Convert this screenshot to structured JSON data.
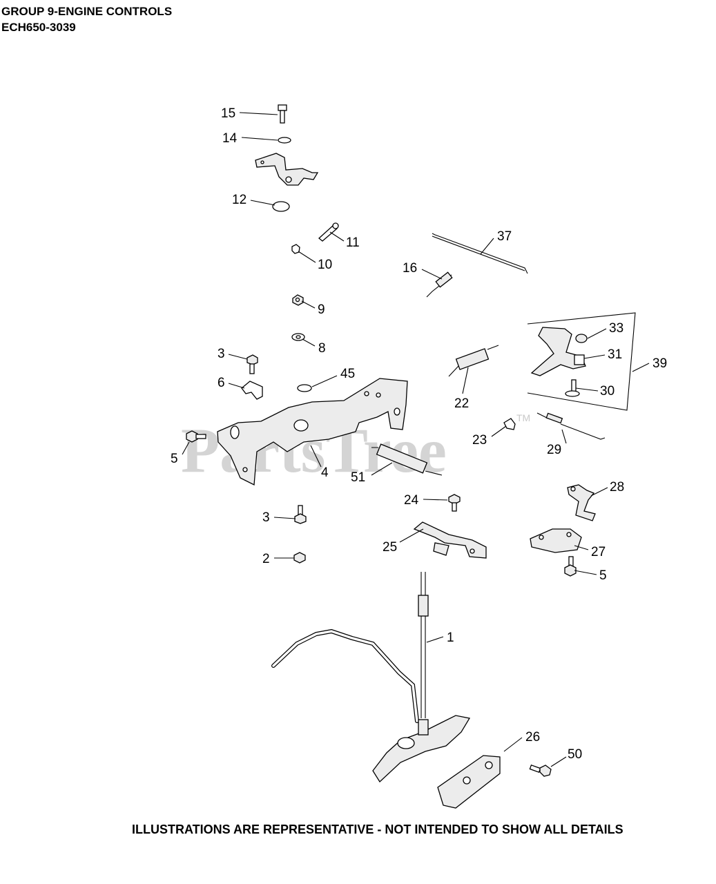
{
  "header": {
    "group_title": "GROUP 9-ENGINE CONTROLS",
    "model_code": "ECH650-3039"
  },
  "footer": {
    "disclaimer": "ILLUSTRATIONS ARE REPRESENTATIVE - NOT INTENDED TO SHOW ALL DETAILS"
  },
  "watermark": {
    "text": "PartsTree",
    "trademark": "TM"
  },
  "callouts": [
    "15",
    "14",
    "12",
    "11",
    "10",
    "37",
    "16",
    "9",
    "8",
    "3",
    "45",
    "6",
    "33",
    "31",
    "39",
    "30",
    "22",
    "5",
    "4",
    "51",
    "23",
    "29",
    "24",
    "28",
    "3",
    "25",
    "27",
    "2",
    "5",
    "1",
    "26",
    "50"
  ]
}
